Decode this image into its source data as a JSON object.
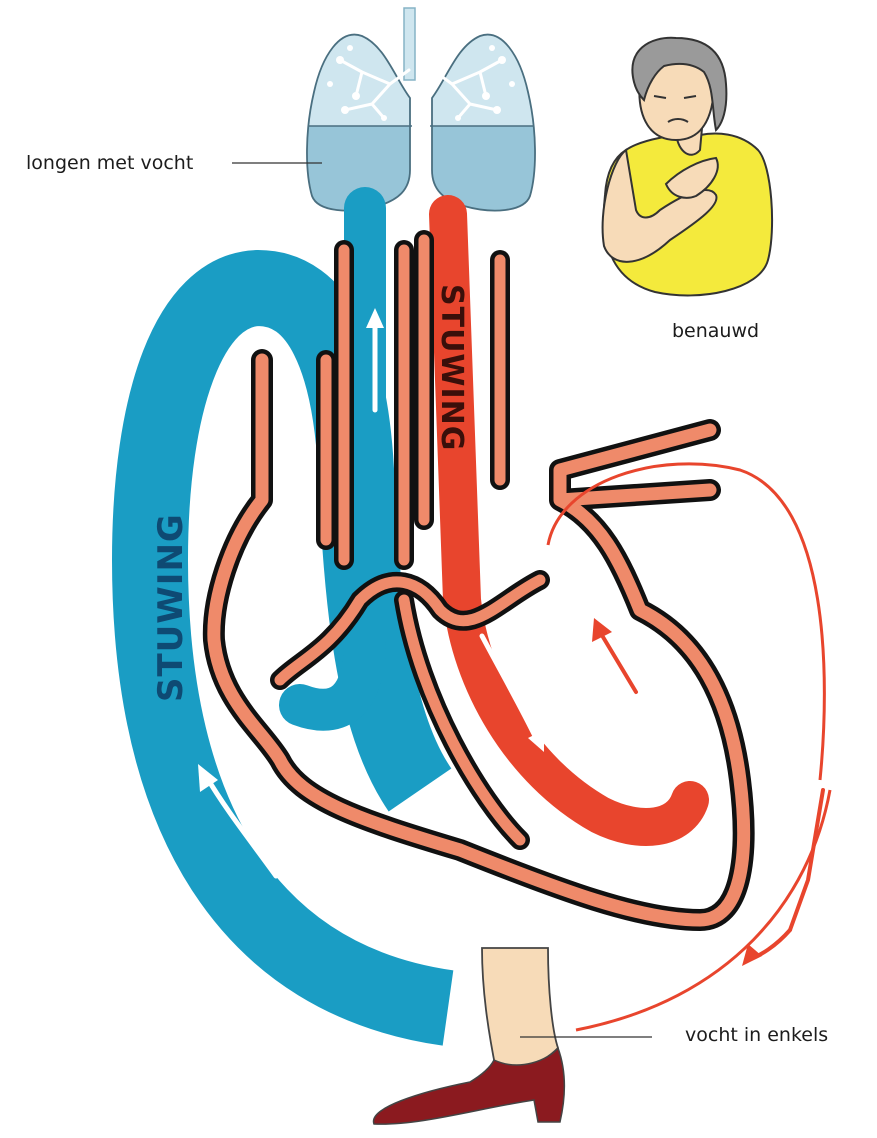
{
  "labels": {
    "lungs": "longen met vocht",
    "person": "benauwd",
    "ankle": "vocht in enkels",
    "congestion_right": "STUWING",
    "congestion_left": "STUWING"
  },
  "colors": {
    "blood_blue": "#1a9dc4",
    "blood_red": "#e8452d",
    "heart_wall": "#ef8a6a",
    "lung_fill": "#cfe6ef",
    "lung_fluid": "#97c5d8",
    "shirt": "#f4ea3c",
    "skin": "#f7dbb8",
    "shoe": "#8b1a1f"
  }
}
